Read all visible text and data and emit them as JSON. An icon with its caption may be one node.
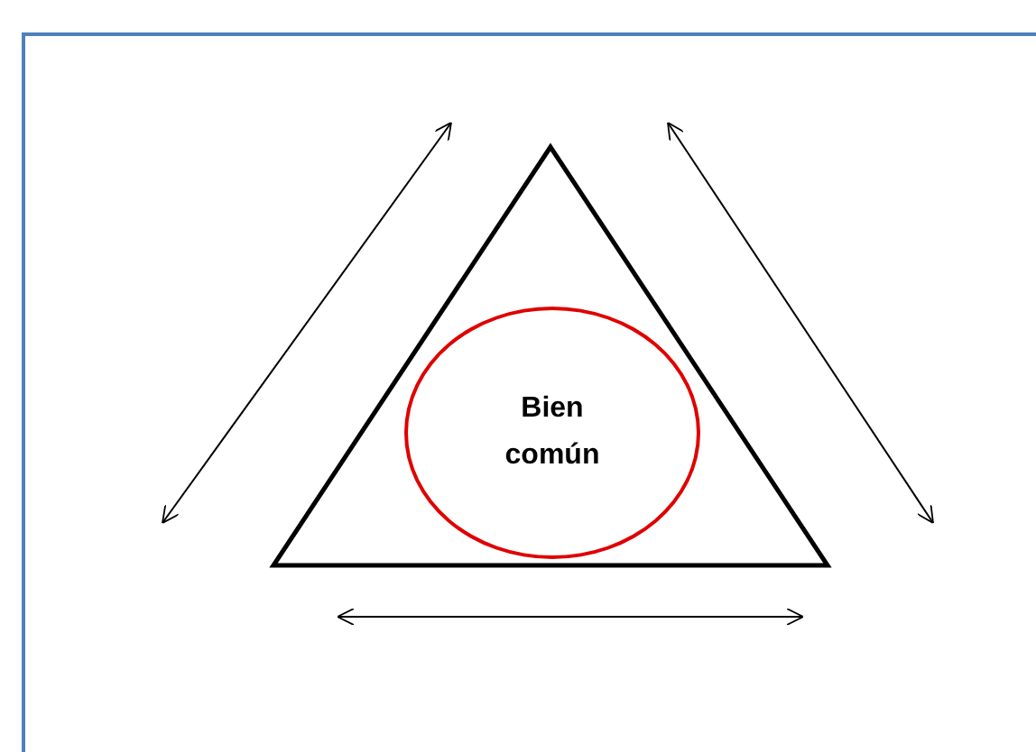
{
  "diagram": {
    "nodes": [
      {
        "text": [],
        "shape": "triangle"
      },
      {
        "text": [
          "Bien común"
        ],
        "in": 0
      }
    ]
  }
}
